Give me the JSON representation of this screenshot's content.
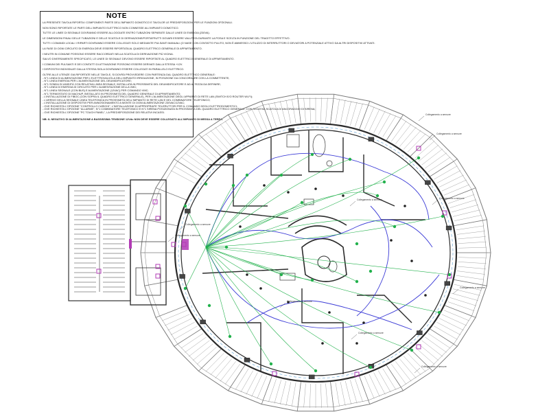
{
  "notes": {
    "title": "NOTE",
    "paragraphs": [
      "LA PRESENTE TAVOLA RIPORTA I COMPONENTI PARTE DELL'IMPIANTO DOMOTICO E TAVOLOR LE PREDISPOSIZIONI PER LE FUNZIONI OPZIONALI.",
      "NON SONO RIPORTATE LE PARTI DELL'IMPIANTO ELETTRICO NON CONNESSE ALL'IMPIANTO DOMOTICO.",
      "TUTTE LE LINEE DI SEGNALE DOVRANNO ESSERE ALLOGGIATE ENTRO TUBAZIONI SEPARATE DALLE LINEE DI ENERGIA (230VA).",
      "LE DIMENSIONI FINALI DELLE TUBAZIONI E DELLE SCATOLE DI DERIVAZIONE/PORTAFRUTTI DOVARI ESSERE VALUTATA DURANTE LA POSA E SCELTA IN FUNZIONE DEL TRAGITTO EFFETTIVO.",
      "TUTTI I COMANDI LOCALI I RIPARTI DOVRANNO ESSERE COLLEGATI SOLO MEDIANTE PULSANTI MANUALI (O NASE CON CONTATTO PULITO, NON È AMMESSO L'UTILIZZO DI INTERRUTTORI O DEVIATORI A POTENZIALE ATTIVO DA ALTRI DISPOSITIVI ATTIVATI.",
      "LA FASE DI OGNI CIRCUITO DI ENERGIA DEVE ESSERE RIPORTATA AL QUADRO ELETTRICO GENERALE DI APPARTAMENTO.",
      "I NEUTRI IN COMUNE POSSONO ESSERE RACCORDATI NELLA SCATOLA DI DERIVAZIONE PIÙ VICINA.",
      "SALVO DIVERSAMENTE SPECIFICATO, LE LINEE DI SEGNALE DEVONO ESSERE RIPORTATE AL QUADRO ELETTRICO GENERALE DI APPARTAMENTO.",
      "I COMUNI DEI PULSANTI E DEI CONTATTI DI ATTIVAZIONE POSSONO ESSERE DERIVATI DALLA STESSA +12V.",
      "I DISPOSITIVI INDIVIDUATI DALLA STESSA SIGLA DOVRANNO ESSERE COLLEGATI IN PARALLELO ELETTRICO."
    ],
    "list_intro": "OLTRE ALLE UTENZE GIA RIPORTATE NELLE TAVOLE, SI DOVRÀ PROVVEDERE CON PARTENZA DAL QUADRO ELETTRICO GENERALE:",
    "list_items": [
      "- N°1 LINEA DI ALIMENTAZIONE PER L'ELETTROVALVOLA DELL'IMPIANTO IRRIGAZIONE, IN POSIZIONE DA CONCORDARE CON LA COMMITTENTE;",
      "- N°1 LINEA ENERGIA PER L'ALIMENTAZIONE DEL DEUMIDIFICATORE;",
      "- N°1 SONDA DI UMIDITÀ CON RELATIVA LINEA SEGNALE, INSTALLATA IN PROSSIMITÀ DEL DEUMIDIFICATORE E AD ALTEZZA DA DEFINIRE;",
      "- N°1 LINEA DI ENERGIA DI CIRCUITO PER L'ALIMENTAZIONE DELLA VMC;",
      "- N°1 LINEA SEGNALE (CON BUS) E ALIMENTAZIONE (12VAC) PER COMANDO VMC;",
      "- N°1 TERMOSTATO DI MACHUP, INSTALLATO IN PROSSIMITÀ DEL QUADRO GENERALE DI APPARTAMENTO;",
      "- L'INSTALLAZIONE DI FIBOC (CON SOPRA IL QUADRO ELETTRICO GENERALE), PER L'ALIMENTAZIONE DEGLI APPARATI DI RETE LAN (SWITCH E/O ROUTER WI-FI);",
      "- L'ARRIVO DELLA SEGNALE LINEA TELEFONICA IN PROSSIMITÀ DELL'IMPIANTO DI RETE LAN E DEL COMBINATORE TELEFONICO;",
      "- L'INSTALLAZIONE DI DISPOSITIVI PER ANNOSIONAMENTO A MONTE DI OGNI ALIMENTAZIONE 230VAC/12VAC;",
      "- OVE RICHIESTA L'OPZIONE \"CONTROLLO CARICHI\", L'INSTALLAZIONE DI APPROPRIATE TELERUTTORI PER IL COMANDO DEGLI ELETTRODOMESTICI;",
      "- OVE RICHIESTA L'OPZIONE \"ALLARME\", N°1 COMBINATORE TELEFONICO E N°1 SIRENA POSIZIONATA IN PROSSIMITÀ DEL QUADRO ELETTRICO GENERALE, CON RELATIVA SCATOLA DI ANCORAGGIO DI SIRENA;",
      "- OVE RICHIESTA L'OPZIONE \"PC TOUCH PANEL\", LA PREDISPOSIZIONE DEI RELATIVI INCASSI."
    ],
    "final_note": "NB: IL NEGATIVO DI ALIMENTAZIONE A BASSISSIMA TENSIONE 12Vdc NON DEVE ESSERE COLLEGATO ALL'IMPIANTO DI MESSA A TERRA."
  },
  "drawing": {
    "colors": {
      "walls": "#2b2b2b",
      "deck": "#7a7a7a",
      "signal_lines": "#22b14c",
      "energy_lines": "#3a3ad6",
      "devices": "#b23ab5",
      "boxes": "#444444"
    },
    "callouts": [
      "Collegamento a sensore",
      "Collegamento a sensore",
      "Collegamento a sensore",
      "Collegamento a sensore",
      "Collegamento a sensore",
      "Collegamento a sensore",
      "Collegamento a sensore",
      "Collegamento a sensore",
      "Collegamento a sensore",
      "Collegamento a sensore"
    ]
  }
}
